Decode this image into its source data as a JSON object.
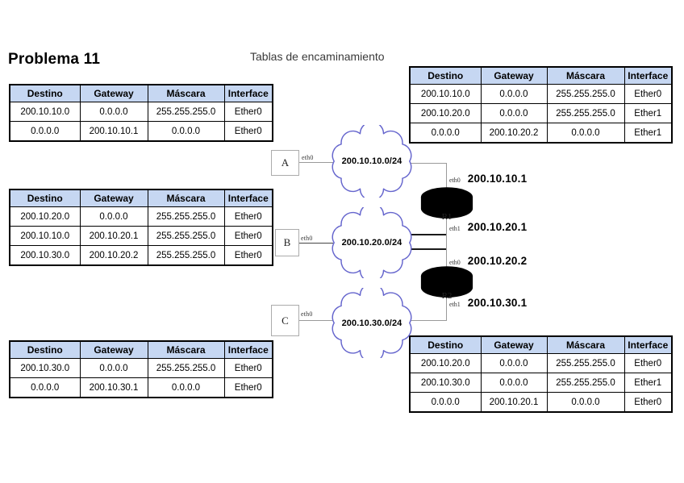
{
  "page": {
    "title": "Problema 11",
    "subtitle": "Tablas de encaminamiento"
  },
  "colors": {
    "table_header_bg": "#c6d7f2",
    "cloud_outline": "#6565cd"
  },
  "table_headers": [
    "Destino",
    "Gateway",
    "Máscara",
    "Interface"
  ],
  "tables": {
    "host_a": {
      "rows": [
        [
          "200.10.10.0",
          "0.0.0.0",
          "255.255.255.0",
          "Ether0"
        ],
        [
          "0.0.0.0",
          "200.10.10.1",
          "0.0.0.0",
          "Ether0"
        ]
      ]
    },
    "router_r1": {
      "rows": [
        [
          "200.10.10.0",
          "0.0.0.0",
          "255.255.255.0",
          "Ether0"
        ],
        [
          "200.10.20.0",
          "0.0.0.0",
          "255.255.255.0",
          "Ether1"
        ],
        [
          "0.0.0.0",
          "200.10.20.2",
          "0.0.0.0",
          "Ether1"
        ]
      ]
    },
    "host_b": {
      "rows": [
        [
          "200.10.20.0",
          "0.0.0.0",
          "255.255.255.0",
          "Ether0"
        ],
        [
          "200.10.10.0",
          "200.10.20.1",
          "255.255.255.0",
          "Ether0"
        ],
        [
          "200.10.30.0",
          "200.10.20.2",
          "255.255.255.0",
          "Ether0"
        ]
      ]
    },
    "host_c": {
      "rows": [
        [
          "200.10.30.0",
          "0.0.0.0",
          "255.255.255.0",
          "Ether0"
        ],
        [
          "0.0.0.0",
          "200.10.30.1",
          "0.0.0.0",
          "Ether0"
        ]
      ]
    },
    "router_r2": {
      "rows": [
        [
          "200.10.20.0",
          "0.0.0.0",
          "255.255.255.0",
          "Ether0"
        ],
        [
          "200.10.30.0",
          "0.0.0.0",
          "255.255.255.0",
          "Ether1"
        ],
        [
          "0.0.0.0",
          "200.10.20.1",
          "0.0.0.0",
          "Ether0"
        ]
      ]
    }
  },
  "diagram": {
    "hosts": [
      {
        "label": "A",
        "iface": "eth0"
      },
      {
        "label": "B",
        "iface": "eth0"
      },
      {
        "label": "C",
        "iface": "eth0"
      }
    ],
    "networks": [
      {
        "cidr": "200.10.10.0/24"
      },
      {
        "cidr": "200.10.20.0/24"
      },
      {
        "cidr": "200.10.30.0/24"
      }
    ],
    "routers": [
      {
        "label": "R1",
        "if_top_name": "eth0",
        "if_top_ip": "200.10.10.1",
        "if_bottom_name": "eth1",
        "if_bottom_ip": "200.10.20.1"
      },
      {
        "label": "R2",
        "if_top_name": "eth0",
        "if_top_ip": "200.10.20.2",
        "if_bottom_name": "eth1",
        "if_bottom_ip": "200.10.30.1"
      }
    ]
  }
}
